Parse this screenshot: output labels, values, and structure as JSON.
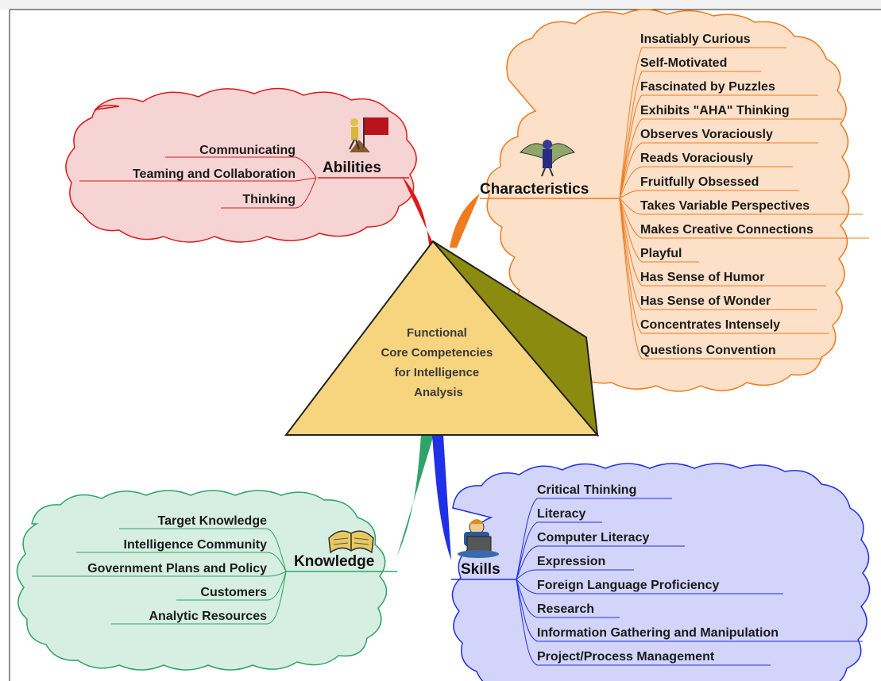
{
  "center": {
    "lines": [
      "Functional",
      "Core Competencies",
      "for Intelligence",
      "Analysis"
    ]
  },
  "branches": {
    "abilities": {
      "title": "Abilities",
      "items": [
        "Communicating",
        "Teaming and Collaboration",
        "Thinking"
      ],
      "fill": "#f7d4d4",
      "stroke": "#e01818"
    },
    "characteristics": {
      "title": "Characteristics",
      "items": [
        "Insatiably Curious",
        "Self-Motivated",
        "Fascinated by Puzzles",
        "Exhibits \"AHA\" Thinking",
        "Observes Voraciously",
        "Reads Voraciously",
        "Fruitfully Obsessed",
        "Takes Variable Perspectives",
        "Makes Creative Connections",
        "Playful",
        "Has Sense of Humor",
        "Has Sense of Wonder",
        "Concentrates Intensely",
        "Questions Convention"
      ],
      "fill": "#fde0c8",
      "stroke": "#f07a1e"
    },
    "knowledge": {
      "title": "Knowledge",
      "items": [
        "Target Knowledge",
        "Intelligence Community",
        "Government Plans and Policy",
        "Customers",
        "Analytic Resources"
      ],
      "fill": "#d6efe2",
      "stroke": "#2fa36a"
    },
    "skills": {
      "title": "Skills",
      "items": [
        "Critical Thinking",
        "Literacy",
        "Computer Literacy",
        "Expression",
        "Foreign Language Proficiency",
        "Research",
        "Information Gathering and Manipulation",
        "Project/Process Management"
      ],
      "fill": "#d2d4fa",
      "stroke": "#2030e8"
    }
  },
  "icons": {
    "abilities": "climber-with-flag-icon",
    "characteristics": "winged-figure-icon",
    "knowledge": "open-book-icon",
    "skills": "person-at-computer-icon"
  },
  "colors": {
    "pyramid_front": "#f7d57e",
    "pyramid_side": "#8b8b10"
  }
}
